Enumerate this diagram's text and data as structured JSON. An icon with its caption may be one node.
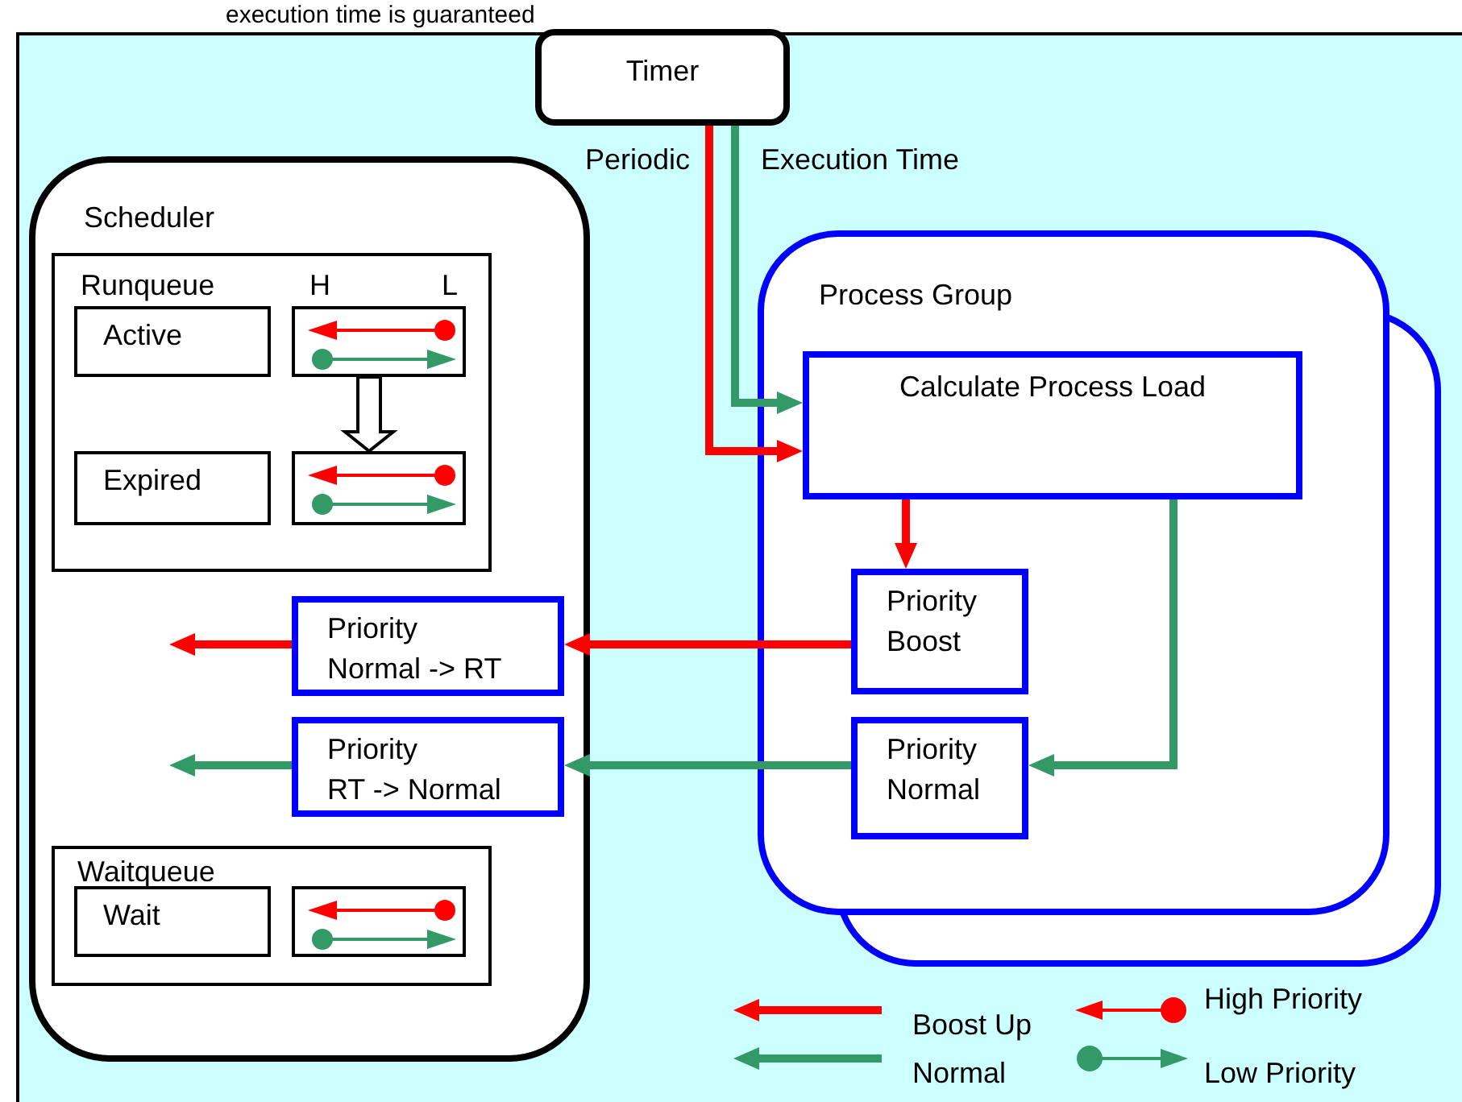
{
  "diagram": {
    "nodes": [
      {
        "text": [
          "Timer"
        ]
      },
      {
        "text": [
          "Scheduler"
        ]
      },
      {
        "text": [
          "Runqueue",
          "H",
          "L"
        ],
        "in": 1
      },
      {
        "text": [
          "Active"
        ],
        "in": 2
      },
      {
        "text": [],
        "shape": "box",
        "in": 2
      },
      {
        "text": [
          "Expired"
        ],
        "in": 2
      },
      {
        "text": [],
        "shape": "box",
        "in": 2
      },
      {
        "text": [
          "Priority Normal -> RT"
        ],
        "in": 1
      },
      {
        "text": [
          "Priority RT -> Normal"
        ],
        "in": 1
      },
      {
        "text": [
          "Waitqueue"
        ],
        "in": 1
      },
      {
        "text": [
          "Wait"
        ],
        "in": 9
      },
      {
        "text": [],
        "shape": "box",
        "in": 9
      },
      {
        "text": [
          "Process Group"
        ]
      },
      {
        "text": [
          "Calculate Process Load"
        ],
        "in": 12
      },
      {
        "text": [
          "Priority Boost"
        ],
        "in": 12
      },
      {
        "text": [
          "Priority Normal"
        ],
        "in": 12
      }
    ],
    "edges": [
      {
        "from": 0,
        "to": 13,
        "arrow": "to",
        "label": "Periodic",
        "color": "#ff0000"
      },
      {
        "from": 0,
        "to": 13,
        "arrow": "to",
        "label": "Execution Time",
        "color": "#339966"
      },
      {
        "from": 4,
        "to": 6,
        "arrow": "to",
        "style": "thick",
        "color": "#000000"
      },
      {
        "from": 13,
        "to": 14,
        "arrow": "to",
        "color": "#ff0000"
      },
      {
        "from": 14,
        "to": 7,
        "arrow": "to",
        "color": "#ff0000"
      },
      {
        "from": 7,
        "to": null,
        "arrow": "to",
        "color": "#ff0000"
      },
      {
        "from": 13,
        "to": 15,
        "arrow": "to",
        "color": "#339966"
      },
      {
        "from": 15,
        "to": 8,
        "arrow": "to",
        "color": "#339966"
      },
      {
        "from": 8,
        "to": null,
        "arrow": "to",
        "color": "#339966"
      }
    ],
    "labels": [
      "execution time is guaranteed"
    ],
    "legend": [
      {
        "text": "Boost Up"
      },
      {
        "text": "Normal"
      },
      {
        "text": "High Priority"
      },
      {
        "text": "Low Priority"
      }
    ]
  }
}
